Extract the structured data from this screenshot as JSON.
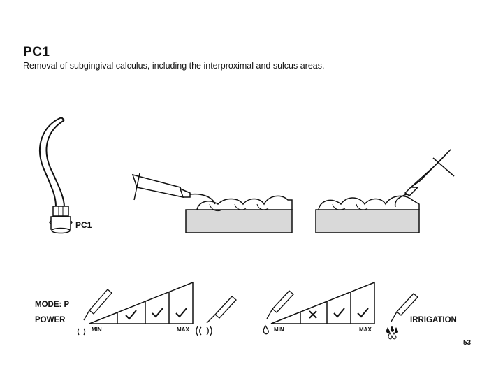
{
  "header": {
    "title": "PC1",
    "subtitle": "Removal of subgingival calculus, including the interproximal and sulcus areas."
  },
  "tip": {
    "label": "PC1"
  },
  "settings": {
    "mode_label": "MODE: P",
    "power_label": "POWER",
    "irrigation_label": "IRRIGATION",
    "power_scale": {
      "min_label": "MIN",
      "max_label": "MAX",
      "levels": [
        "check",
        "check",
        "check"
      ]
    },
    "irrigation_scale": {
      "min_label": "MIN",
      "max_label": "MAX",
      "levels": [
        "cross",
        "check",
        "check"
      ]
    }
  },
  "footer": {
    "page_number": "53"
  },
  "colors": {
    "gum": "#d9d9d9",
    "rule": "#cfcfcf",
    "ink": "#111111"
  }
}
